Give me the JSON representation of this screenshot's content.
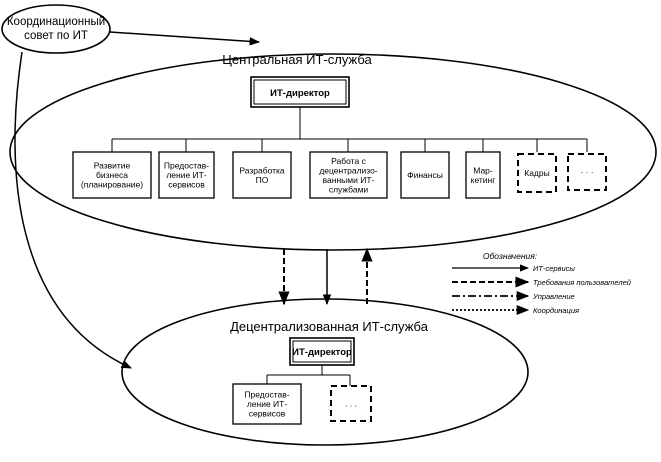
{
  "council": {
    "line1": "Координационный",
    "line2": "совет по ИТ"
  },
  "central": {
    "title": "Центральная ИТ-служба",
    "director": "ИТ-директор",
    "departments": [
      {
        "lines": [
          "Развитие",
          "бизнеса",
          "(планирование)"
        ]
      },
      {
        "lines": [
          "Предостав-",
          "ление ИТ-",
          "сервисов"
        ]
      },
      {
        "lines": [
          "Разработка",
          "ПО"
        ]
      },
      {
        "lines": [
          "Работа с",
          "децентрализо-",
          "ванными ИТ-",
          "службами"
        ]
      },
      {
        "lines": [
          "Финансы"
        ]
      },
      {
        "lines": [
          "Мар-",
          "кетинг"
        ]
      },
      {
        "lines": [
          "Кадры"
        ],
        "dashed": true
      },
      {
        "lines": [
          "· · ·"
        ],
        "dashed": true
      }
    ]
  },
  "decentral": {
    "title": "Децентрализованная ИТ-служба",
    "director": "ИТ-директор",
    "departments": [
      {
        "lines": [
          "Предостав-",
          "ление ИТ-",
          "сервисов"
        ]
      },
      {
        "lines": [
          ". . ."
        ],
        "dashed": true
      }
    ]
  },
  "legend": {
    "title": "Обозначения:",
    "items": [
      {
        "style": "solid",
        "label": "ИТ-сервисы"
      },
      {
        "style": "dashed",
        "label": "Требования пользователей"
      },
      {
        "style": "dashdot",
        "label": "Управление"
      },
      {
        "style": "dotted",
        "label": "Координация"
      }
    ]
  }
}
